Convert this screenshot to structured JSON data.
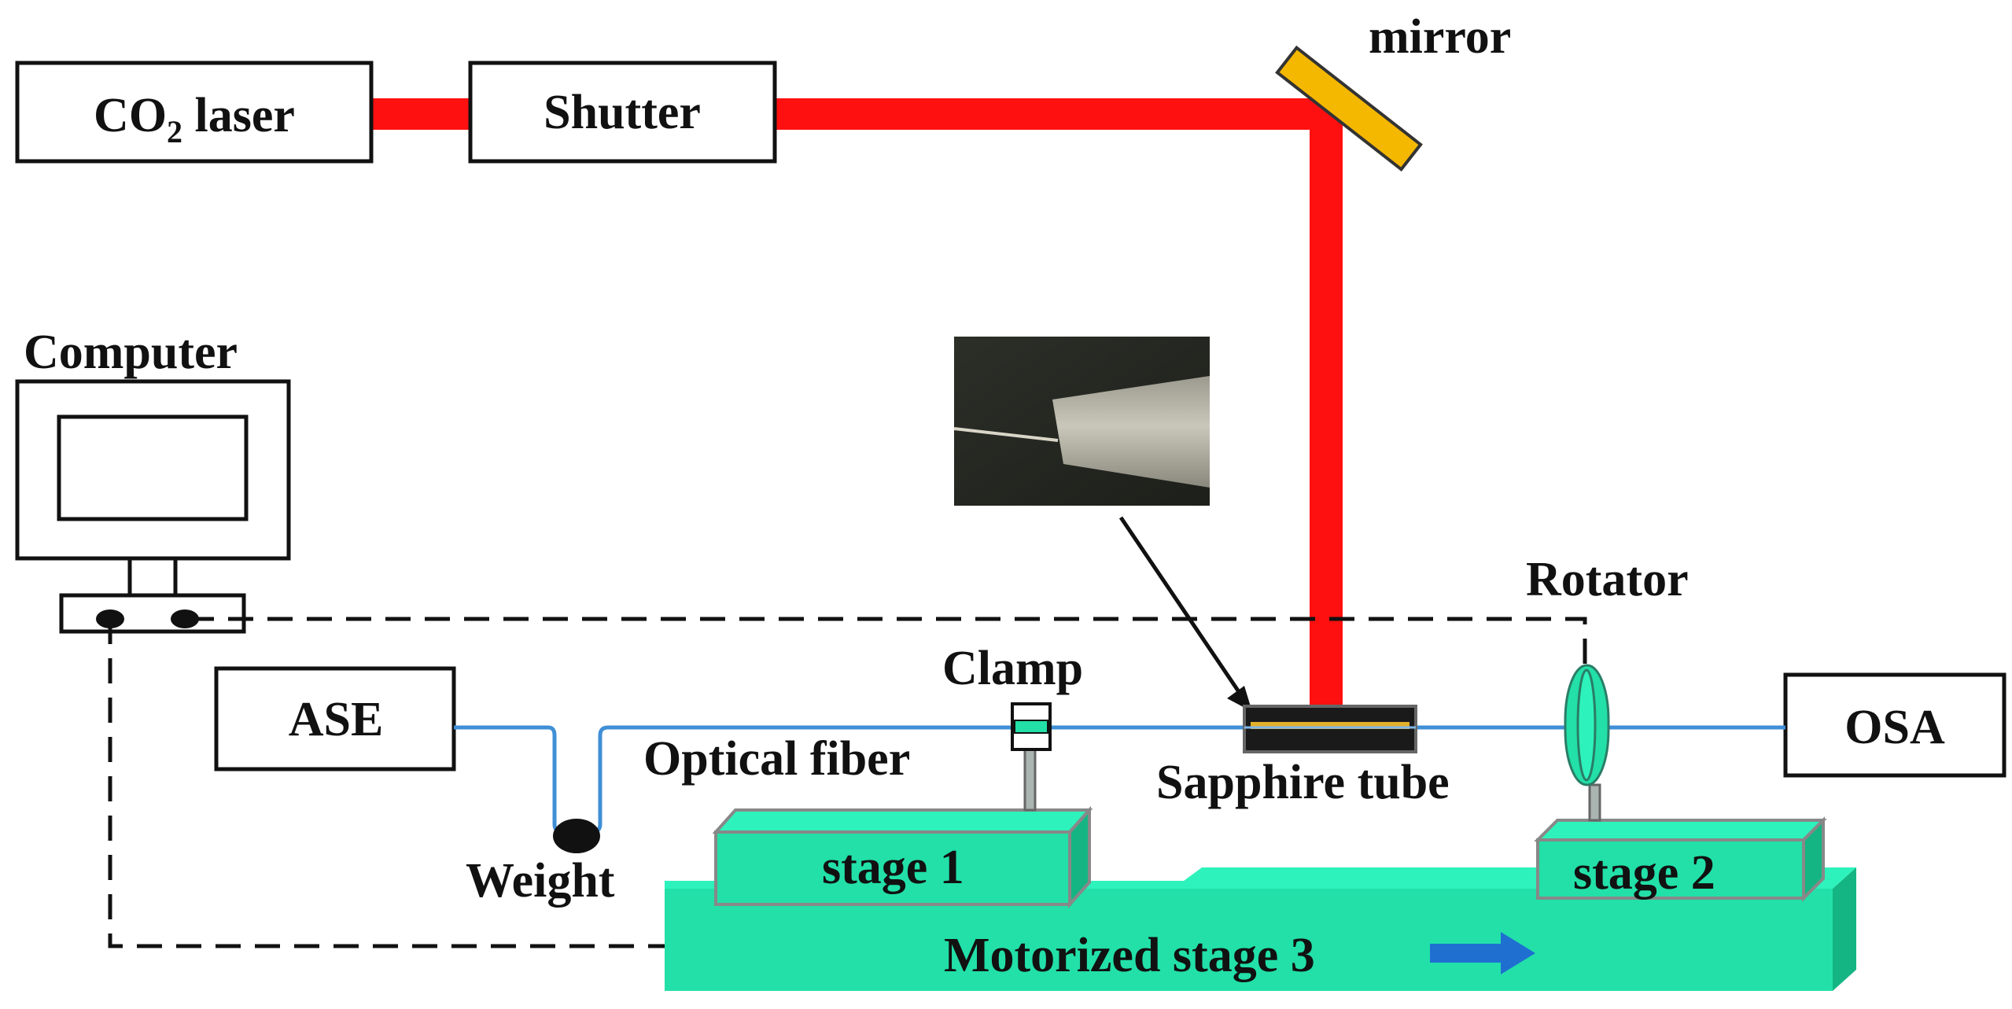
{
  "labels": {
    "co2_laser_prefix": "CO",
    "co2_laser_sub": "2",
    "co2_laser_suffix": " laser",
    "shutter": "Shutter",
    "mirror": "mirror",
    "computer": "Computer",
    "ase": "ASE",
    "osa": "OSA",
    "clamp": "Clamp",
    "optical_fiber": "Optical fiber",
    "weight": "Weight",
    "sapphire_tube": "Sapphire tube",
    "rotator": "Rotator",
    "stage1": "stage 1",
    "stage2": "stage 2",
    "stage3": "Motorized stage 3"
  },
  "colors": {
    "laser_beam": "#ff1010",
    "mirror": "#f5b800",
    "stage_front": "#22e0a8",
    "stage_top": "#2ef2bc",
    "stage_side": "#14b583",
    "fiber": "#3f8fd6",
    "arrow": "#1f6fd1",
    "outline": "#111111"
  },
  "icons": {
    "direction_arrow": "arrow-right-icon",
    "weight": "black-ball-icon"
  }
}
